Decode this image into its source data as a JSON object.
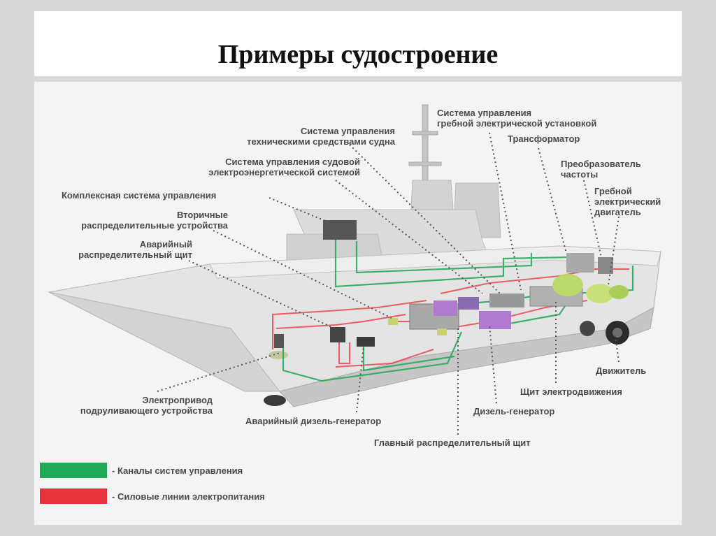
{
  "title": "Примеры судостроение",
  "labels": {
    "control_propulsion_1": "Система управления",
    "control_propulsion_2": "гребной электрической установкой",
    "tech_control_1": "Система управления",
    "tech_control_2": "техническими средствами судна",
    "transformer": "Трансформатор",
    "power_control_1": "Система управления судовой",
    "power_control_2": "электроэнергетической системой",
    "freq_converter_1": "Преобразователь",
    "freq_converter_2": "частоты",
    "propulsion_motor_1": "Гребной",
    "propulsion_motor_2": "электрический",
    "propulsion_motor_3": "двигатель",
    "integrated_control": "Комплексная система управления",
    "secondary_dist_1": "Вторичные",
    "secondary_dist_2": "распределительные устройства",
    "emergency_switch_1": "Аварийный",
    "emergency_switch_2": "распределительный щит",
    "propulsor": "Движитель",
    "propulsion_switchboard": "Щит электродвижения",
    "thruster_drive_1": "Электропривод",
    "thruster_drive_2": "подруливающего устройства",
    "diesel_generator": "Дизель-генератор",
    "emergency_diesel": "Аварийный дизель-генератор",
    "main_switchboard": "Главный распределительный щит"
  },
  "legend": [
    {
      "color": "#1fa855",
      "text": "- Каналы систем управления"
    },
    {
      "color": "#e8333b",
      "text": "- Силовые линии электропитания"
    }
  ],
  "colors": {
    "control_channel": "#1fa855",
    "power_line": "#e8333b",
    "hull_light": "#e6e6e6",
    "hull_dark": "#bdbdbd"
  }
}
